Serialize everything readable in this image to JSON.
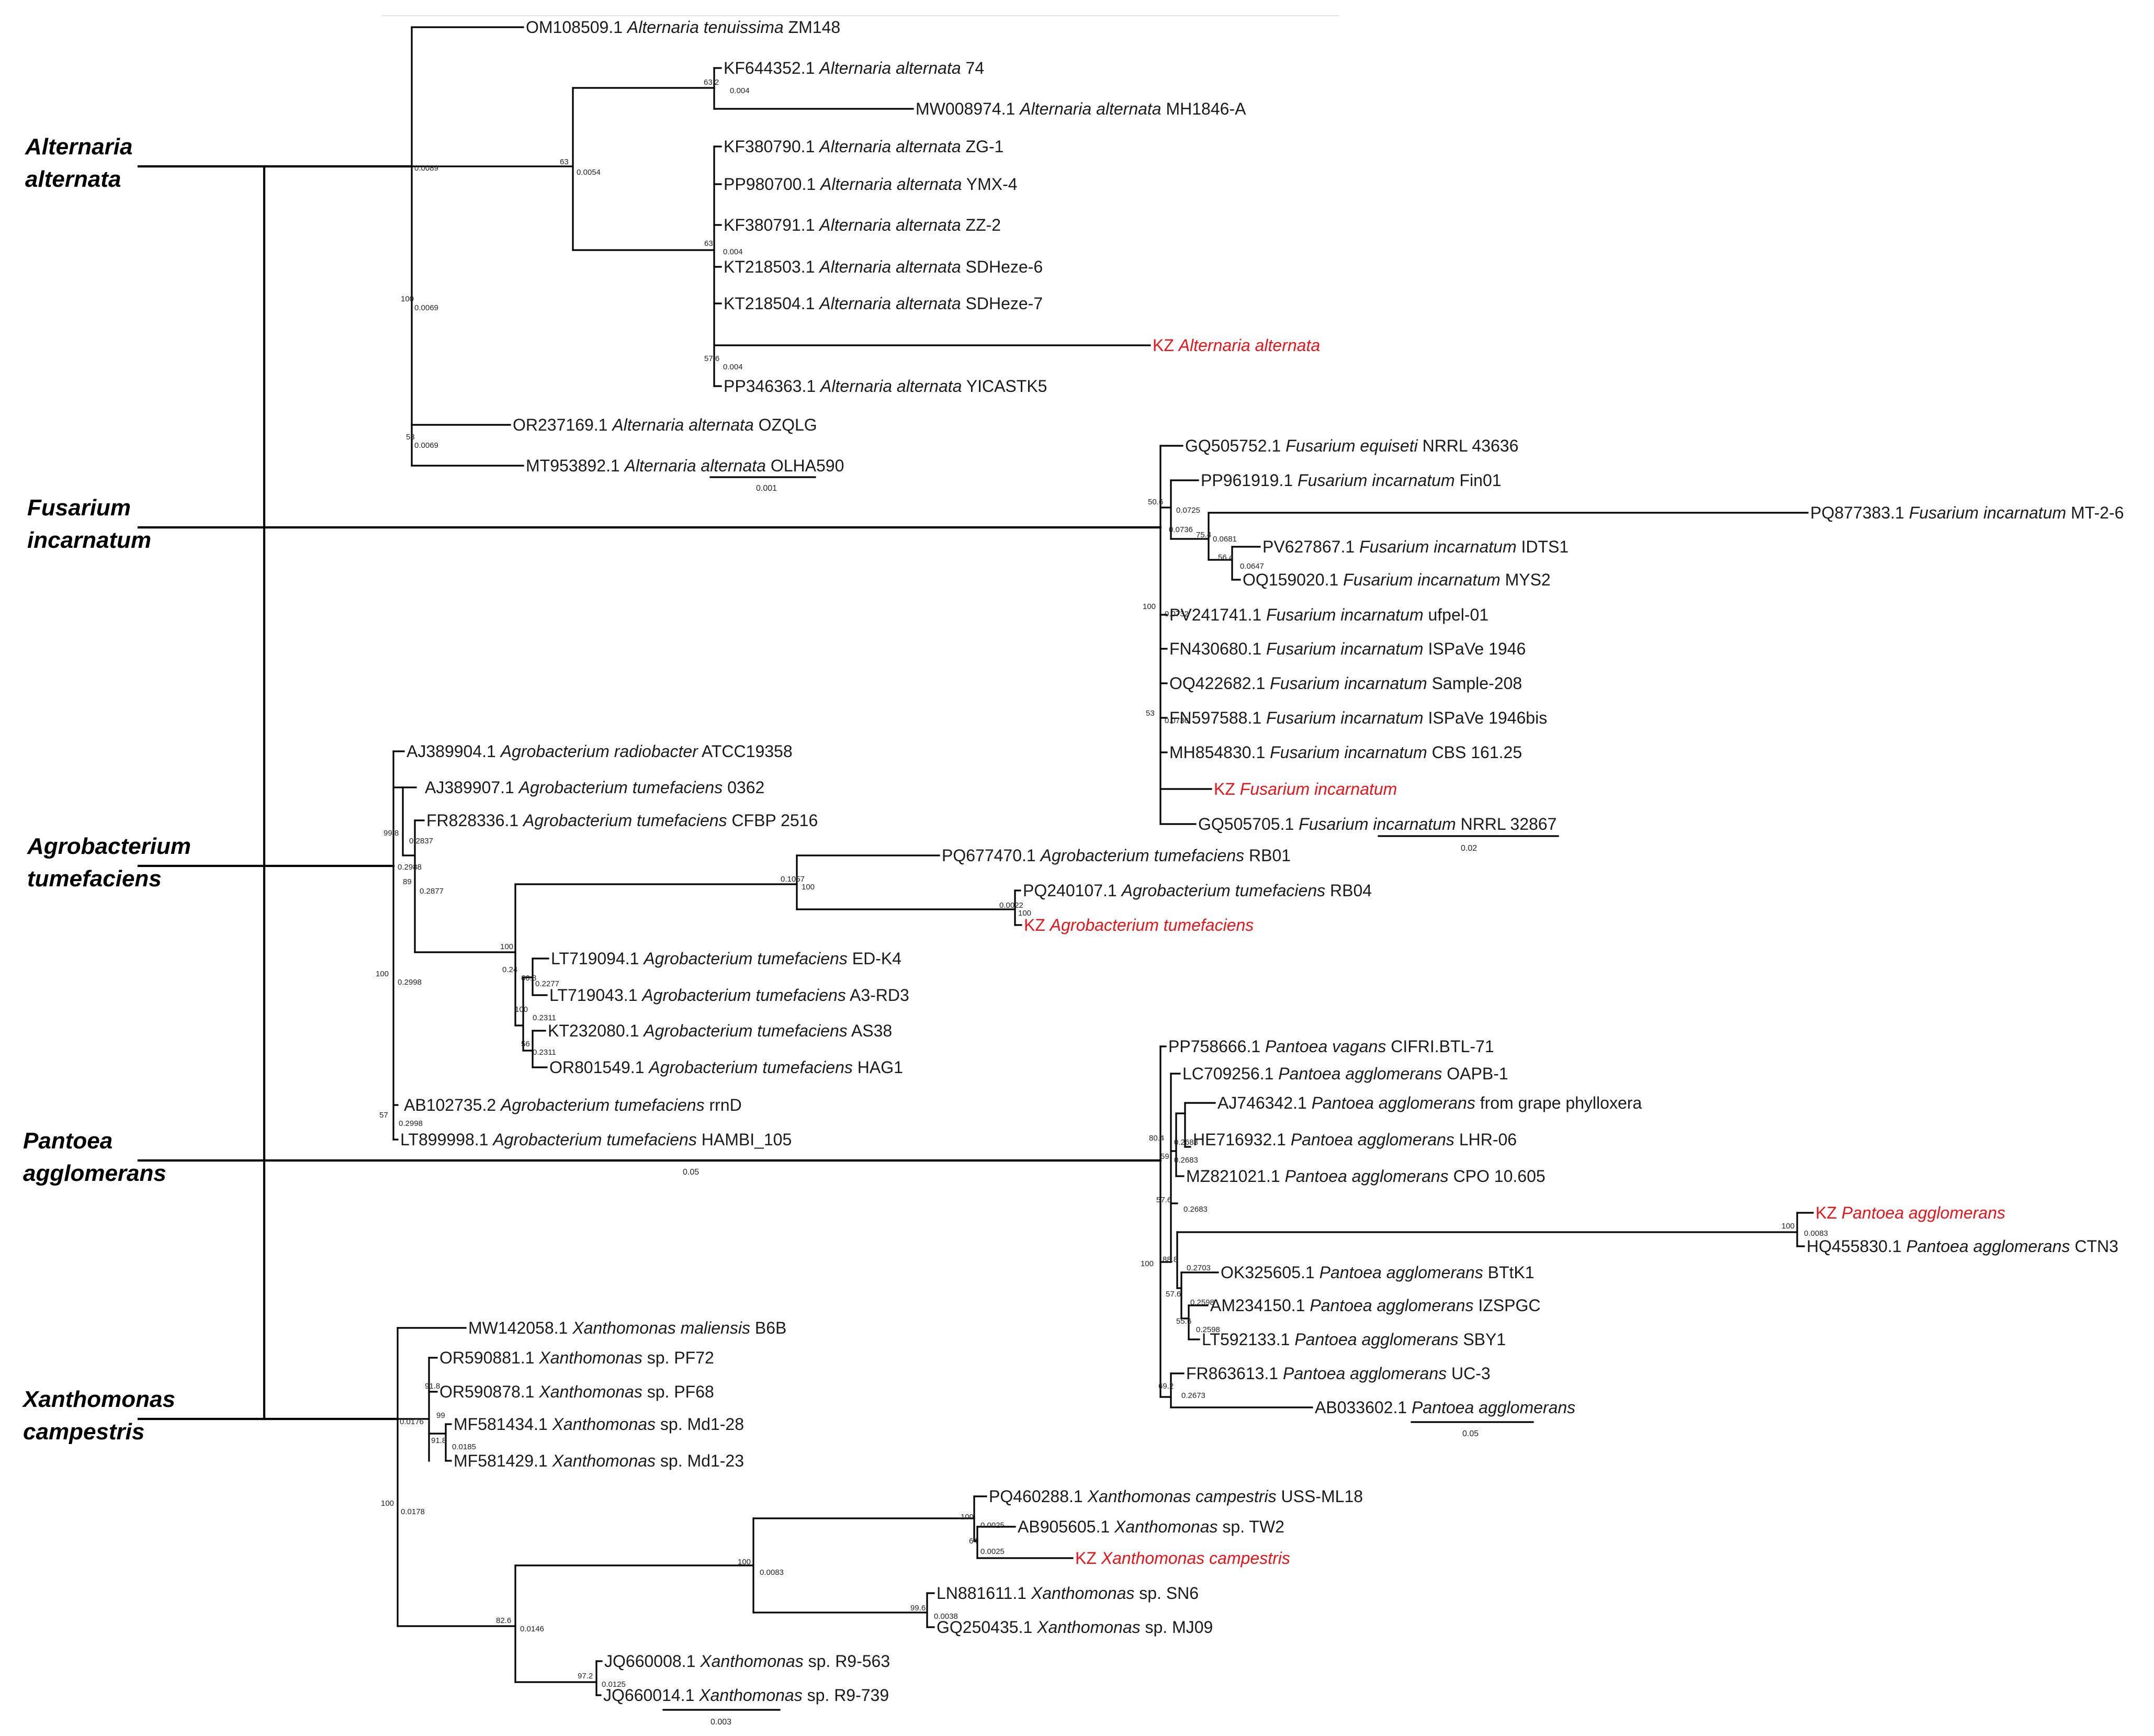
{
  "groups": [
    {
      "lines": [
        "Alternaria",
        "alternata"
      ]
    },
    {
      "lines": [
        "Fusarium",
        "incarnatum"
      ]
    },
    {
      "lines": [
        "Agrobacterium",
        "tumefaciens"
      ]
    },
    {
      "lines": [
        "Pantoea",
        "agglomerans"
      ]
    },
    {
      "lines": [
        "Xanthomonas",
        "campestris"
      ]
    }
  ],
  "taxa": [
    {
      "acc": "OM108509.1",
      "species": "Alternaria tenuissima",
      "strain": "ZM148",
      "highlight": false
    },
    {
      "acc": "KF644352.1",
      "species": "Alternaria alternata",
      "strain": "74",
      "highlight": false
    },
    {
      "acc": "MW008974.1",
      "species": "Alternaria alternata",
      "strain": "MH1846-A",
      "highlight": false
    },
    {
      "acc": "KF380790.1",
      "species": "Alternaria alternata",
      "strain": "ZG-1",
      "highlight": false
    },
    {
      "acc": "PP980700.1",
      "species": "Alternaria alternata",
      "strain": "YMX-4",
      "highlight": false
    },
    {
      "acc": "KF380791.1",
      "species": "Alternaria alternata",
      "strain": "ZZ-2",
      "highlight": false
    },
    {
      "acc": "KT218503.1",
      "species": "Alternaria alternata",
      "strain": "SDHeze-6",
      "highlight": false
    },
    {
      "acc": "KT218504.1",
      "species": "Alternaria alternata",
      "strain": "SDHeze-7",
      "highlight": false
    },
    {
      "acc": "KZ",
      "species": "Alternaria alternata",
      "strain": "",
      "highlight": true
    },
    {
      "acc": "PP346363.1",
      "species": "Alternaria alternata",
      "strain": "YICASTK5",
      "highlight": false
    },
    {
      "acc": "OR237169.1",
      "species": "Alternaria alternata",
      "strain": "OZQLG",
      "highlight": false
    },
    {
      "acc": "MT953892.1",
      "species": "Alternaria alternata",
      "strain": "OLHA590",
      "highlight": false
    },
    {
      "acc": "GQ505752.1",
      "species": "Fusarium equiseti",
      "strain": "NRRL 43636",
      "highlight": false
    },
    {
      "acc": "PP961919.1",
      "species": "Fusarium incarnatum",
      "strain": "Fin01",
      "highlight": false
    },
    {
      "acc": "PQ877383.1",
      "species": "Fusarium incarnatum",
      "strain": "MT-2-6",
      "highlight": false
    },
    {
      "acc": "PV627867.1",
      "species": "Fusarium incarnatum",
      "strain": "IDTS1",
      "highlight": false
    },
    {
      "acc": "OQ159020.1",
      "species": "Fusarium incarnatum",
      "strain": "MYS2",
      "highlight": false
    },
    {
      "acc": "PV241741.1",
      "species": "Fusarium incarnatum",
      "strain": "ufpel-01",
      "highlight": false
    },
    {
      "acc": "FN430680.1",
      "species": "Fusarium incarnatum",
      "strain": "ISPaVe 1946",
      "highlight": false
    },
    {
      "acc": "OQ422682.1",
      "species": "Fusarium incarnatum",
      "strain": "Sample-208",
      "highlight": false
    },
    {
      "acc": "FN597588.1",
      "species": "Fusarium incarnatum",
      "strain": "ISPaVe 1946bis",
      "highlight": false
    },
    {
      "acc": "MH854830.1",
      "species": "Fusarium incarnatum",
      "strain": "CBS 161.25",
      "highlight": false
    },
    {
      "acc": "KZ",
      "species": "Fusarium incarnatum",
      "strain": "",
      "highlight": true
    },
    {
      "acc": "GQ505705.1",
      "species": "Fusarium incarnatum",
      "strain": "NRRL 32867",
      "highlight": false
    },
    {
      "acc": "AJ389904.1",
      "species": "Agrobacterium radiobacter",
      "strain": "ATCC19358",
      "highlight": false
    },
    {
      "acc": "AJ389907.1",
      "species": "Agrobacterium tumefaciens",
      "strain": "0362",
      "highlight": false
    },
    {
      "acc": "FR828336.1",
      "species": "Agrobacterium tumefaciens",
      "strain": "CFBP 2516",
      "highlight": false
    },
    {
      "acc": "PQ677470.1",
      "species": "Agrobacterium tumefaciens",
      "strain": "RB01",
      "highlight": false
    },
    {
      "acc": "PQ240107.1",
      "species": "Agrobacterium tumefaciens",
      "strain": "RB04",
      "highlight": false
    },
    {
      "acc": "KZ",
      "species": "Agrobacterium tumefaciens",
      "strain": "",
      "highlight": true
    },
    {
      "acc": "LT719094.1",
      "species": "Agrobacterium tumefaciens",
      "strain": "ED-K4",
      "highlight": false
    },
    {
      "acc": "LT719043.1",
      "species": "Agrobacterium tumefaciens",
      "strain": "A3-RD3",
      "highlight": false
    },
    {
      "acc": "KT232080.1",
      "species": "Agrobacterium tumefaciens",
      "strain": "AS38",
      "highlight": false
    },
    {
      "acc": "OR801549.1",
      "species": "Agrobacterium tumefaciens",
      "strain": "HAG1",
      "highlight": false
    },
    {
      "acc": "AB102735.2",
      "species": "Agrobacterium tumefaciens",
      "strain": "rrnD",
      "highlight": false
    },
    {
      "acc": "LT899998.1",
      "species": "Agrobacterium tumefaciens",
      "strain": "HAMBI_105",
      "highlight": false
    },
    {
      "acc": "PP758666.1",
      "species": "Pantoea vagans",
      "strain": "CIFRI.BTL-71",
      "highlight": false
    },
    {
      "acc": "LC709256.1",
      "species": "Pantoea agglomerans",
      "strain": "OAPB-1",
      "highlight": false
    },
    {
      "acc": "AJ746342.1",
      "species": "Pantoea agglomerans",
      "strain": "from grape phylloxera",
      "highlight": false
    },
    {
      "acc": "HE716932.1",
      "species": "Pantoea agglomerans",
      "strain": "LHR-06",
      "highlight": false
    },
    {
      "acc": "MZ821021.1",
      "species": "Pantoea agglomerans",
      "strain": "CPO 10.605",
      "highlight": false
    },
    {
      "acc": "KZ",
      "species": "Pantoea agglomerans",
      "strain": "",
      "highlight": true
    },
    {
      "acc": "HQ455830.1",
      "species": "Pantoea agglomerans",
      "strain": "CTN3",
      "highlight": false
    },
    {
      "acc": "OK325605.1",
      "species": "Pantoea agglomerans",
      "strain": "BTtK1",
      "highlight": false
    },
    {
      "acc": "AM234150.1",
      "species": "Pantoea agglomerans",
      "strain": "IZSPGC",
      "highlight": false
    },
    {
      "acc": "LT592133.1",
      "species": "Pantoea agglomerans",
      "strain": "SBY1",
      "highlight": false
    },
    {
      "acc": "FR863613.1",
      "species": "Pantoea agglomerans",
      "strain": "UC-3",
      "highlight": false
    },
    {
      "acc": "AB033602.1",
      "species": "Pantoea agglomerans",
      "strain": "",
      "highlight": false
    },
    {
      "acc": "MW142058.1",
      "species": "Xanthomonas maliensis",
      "strain": "B6B",
      "highlight": false
    },
    {
      "acc": "OR590881.1",
      "species": "Xanthomonas",
      "strain": "sp. PF72",
      "highlight": false
    },
    {
      "acc": "OR590878.1",
      "species": "Xanthomonas",
      "strain": "sp. PF68",
      "highlight": false
    },
    {
      "acc": "MF581434.1",
      "species": "Xanthomonas",
      "strain": "sp. Md1-28",
      "highlight": false
    },
    {
      "acc": "MF581429.1",
      "species": "Xanthomonas",
      "strain": "sp. Md1-23",
      "highlight": false
    },
    {
      "acc": "PQ460288.1",
      "species": "Xanthomonas campestris",
      "strain": "USS-ML18",
      "highlight": false
    },
    {
      "acc": "AB905605.1",
      "species": "Xanthomonas",
      "strain": "sp. TW2",
      "highlight": false
    },
    {
      "acc": "KZ",
      "species": "Xanthomonas campestris",
      "strain": "",
      "highlight": true
    },
    {
      "acc": "LN881611.1",
      "species": "Xanthomonas",
      "strain": "sp. SN6",
      "highlight": false
    },
    {
      "acc": "GQ250435.1",
      "species": "Xanthomonas",
      "strain": "sp. MJ09",
      "highlight": false
    },
    {
      "acc": "JQ660008.1",
      "species": "Xanthomonas",
      "strain": "sp. R9-563",
      "highlight": false
    },
    {
      "acc": "JQ660014.1",
      "species": "Xanthomonas",
      "strain": "sp. R9-739",
      "highlight": false
    }
  ],
  "node_labels": [
    "63.2",
    "0.004",
    "63",
    "0.0054",
    "0.0089",
    "100",
    "0.0069",
    "63",
    "0.004",
    "57.6",
    "0.004",
    "53",
    "0.0069",
    "50.6",
    "0.0725",
    "0.0736",
    "75.4",
    "0.0681",
    "56.4",
    "0.0647",
    "100",
    "0.0732",
    "53",
    "0.0736",
    "99.8",
    "0.2837",
    "0.2988",
    "89",
    "0.2877",
    "100",
    "0.1057",
    "100",
    "0.0022",
    "100",
    "0.24",
    "60.8",
    "0.2277",
    "100",
    "0.2311",
    "56",
    "0.2311",
    "100",
    "0.2998",
    "57",
    "0.2998",
    "80.4",
    "0.2683",
    "59",
    "0.2683",
    "57.6",
    "0.2683",
    "88.8",
    "0.2703",
    "57.6",
    "0.2598",
    "55.6",
    "0.2598",
    "100",
    "0.0083",
    "100",
    "69.2",
    "0.2673",
    "91.8",
    "0.0176",
    "99",
    "0.0185",
    "91.8",
    "100",
    "0.0178",
    "100",
    "0.0025",
    "64",
    "0.0025",
    "100",
    "0.0083",
    "99.6",
    "0.0038",
    "82.6",
    "0.0146",
    "97.2",
    "0.0125"
  ],
  "scale_bars": [
    "0.001",
    "0.02",
    "0.05",
    "0.05",
    "0.003"
  ]
}
